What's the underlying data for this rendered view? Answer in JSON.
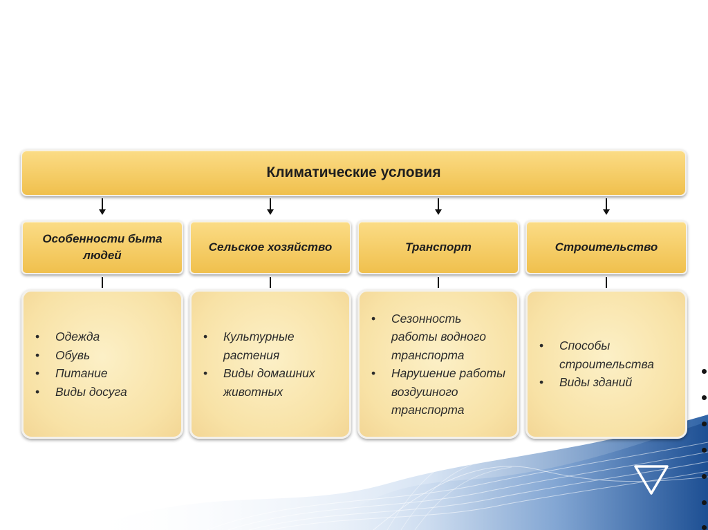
{
  "diagram": {
    "title": "Климатические условия",
    "categories": [
      {
        "label": "Особенности быта людей",
        "items": [
          "Одежда",
          "Обувь",
          "Питание",
          "Виды досуга"
        ]
      },
      {
        "label": "Сельское хозяйство",
        "items": [
          "Культурные растения",
          "Виды домашних животных"
        ]
      },
      {
        "label": "Транспорт",
        "items": [
          "Сезонность работы водного транспорта",
          "Нарушение работы воздушного транспорта"
        ]
      },
      {
        "label": "Строительство",
        "items": [
          "Способы строительства",
          "Виды зданий"
        ]
      }
    ]
  },
  "decor": {
    "wave_color": "#3f73b3",
    "wave_light": "#9dbbe0",
    "triangle_icon": "down-triangle-icon"
  }
}
